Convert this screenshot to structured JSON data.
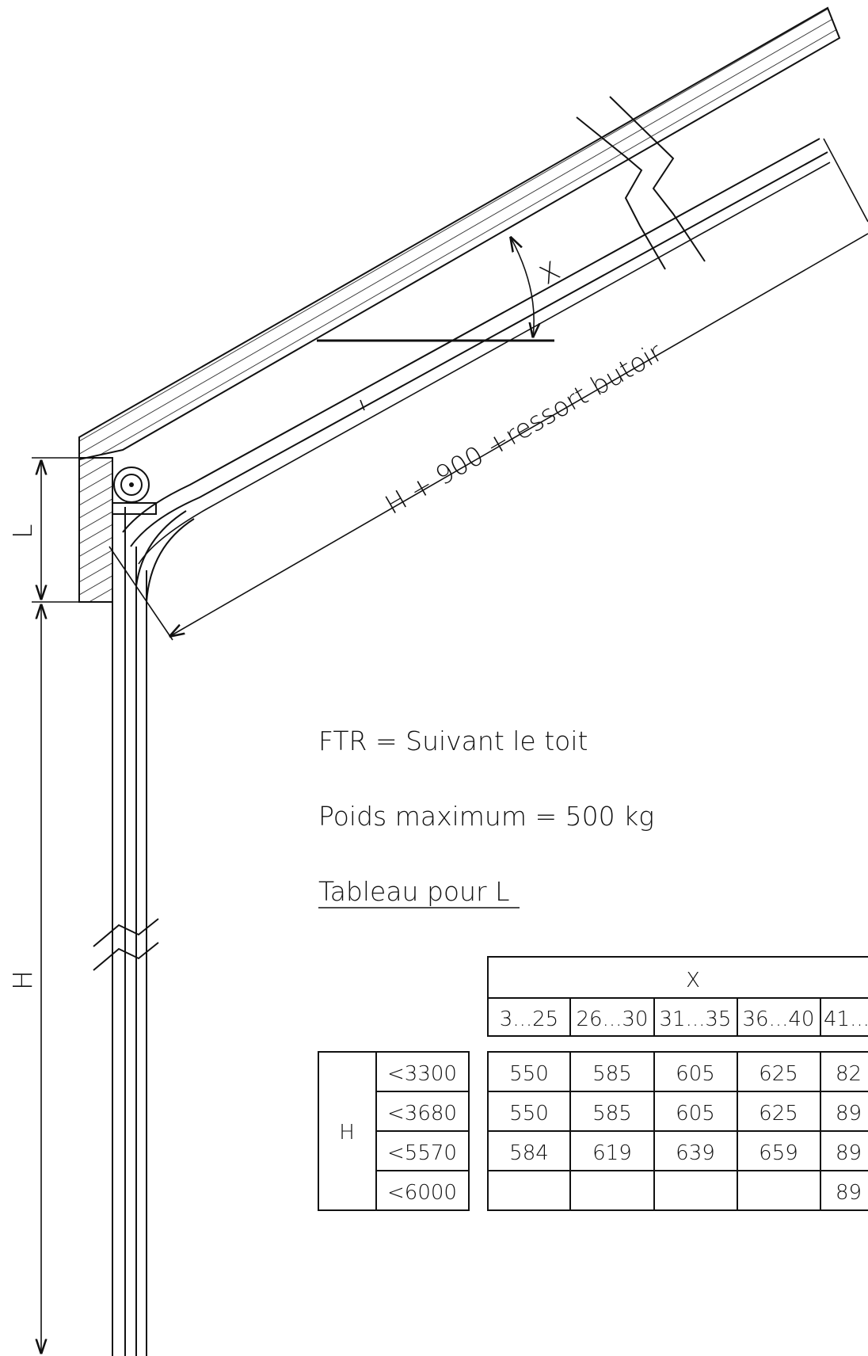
{
  "labels": {
    "dim_L": "L",
    "dim_H": "H",
    "angle_X": "X",
    "slope_length": "H + 900 +ressort butoir"
  },
  "notes": {
    "line1": "FTR = Suivant le toit",
    "line2": "Poids maximum = 500 kg",
    "table_title": "Tableau pour L"
  },
  "table": {
    "col_group": "X",
    "col_headers": [
      "3...25",
      "26...30",
      "31...35",
      "36...40",
      "41..."
    ],
    "row_group": "H",
    "row_headers": [
      "<3300",
      "<3680",
      "<5570",
      "<6000"
    ],
    "rows": [
      [
        "550",
        "585",
        "605",
        "625",
        "82"
      ],
      [
        "550",
        "585",
        "605",
        "625",
        "89"
      ],
      [
        "584",
        "619",
        "639",
        "659",
        "89"
      ],
      [
        "",
        "",
        "",
        "",
        "89"
      ]
    ]
  },
  "colors": {
    "line": "#111111",
    "background": "#ffffff"
  }
}
